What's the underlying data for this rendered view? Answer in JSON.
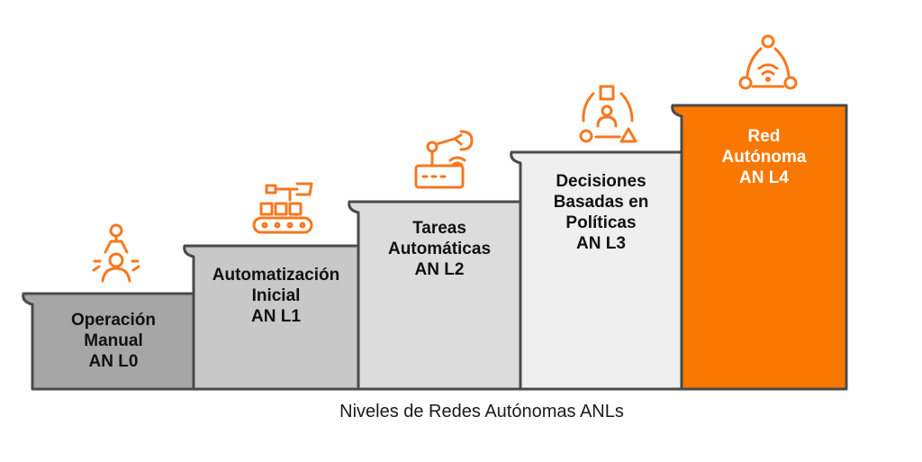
{
  "caption": "Niveles de Redes Autónomas ANLs",
  "colors": {
    "accent": "#f47920",
    "outline": "#4a4a4a",
    "level0": "#a6a6a6",
    "level1": "#c8c8c8",
    "level2": "#dcdcdc",
    "level3": "#efefef",
    "level4": "#fa7700"
  },
  "steps": [
    {
      "id": "l0",
      "lines": [
        "Operación",
        "Manual",
        "AN L0"
      ],
      "icon": "operator-icon"
    },
    {
      "id": "l1",
      "lines": [
        "Automatización",
        "Inicial",
        "AN L1"
      ],
      "icon": "robot-conveyor-icon"
    },
    {
      "id": "l2",
      "lines": [
        "Tareas",
        "Automáticas",
        "AN L2"
      ],
      "icon": "robot-arm-device-icon"
    },
    {
      "id": "l3",
      "lines": [
        "Decisiones",
        "Basadas en",
        "Políticas",
        "AN L3"
      ],
      "icon": "policy-cycle-icon"
    },
    {
      "id": "l4",
      "lines": [
        "Red",
        "Autónoma",
        "AN L4"
      ],
      "icon": "autonomous-network-icon"
    }
  ]
}
